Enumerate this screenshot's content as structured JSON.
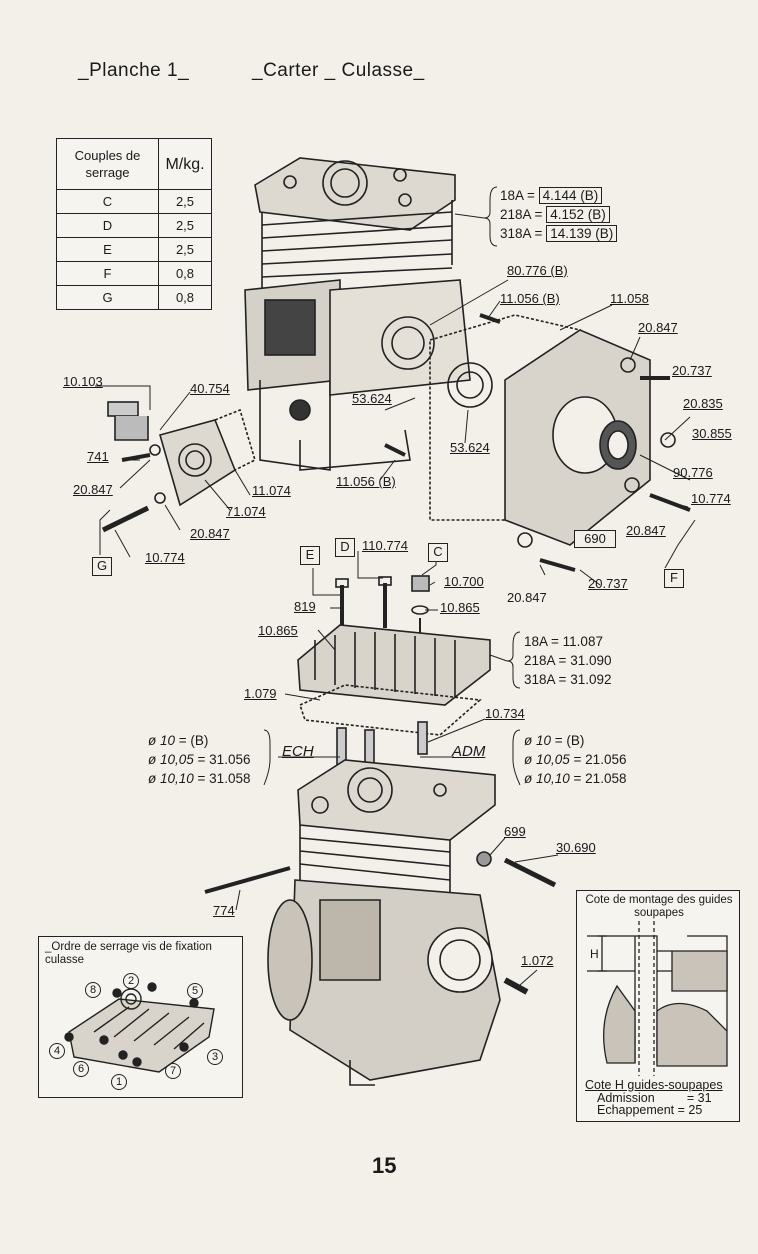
{
  "header": {
    "plate": "_Planche 1_",
    "title": "_Carter _ Culasse_"
  },
  "torque_table": {
    "header_left": [
      "Couples de",
      "serrage"
    ],
    "header_unit": "M/kg.",
    "rows": [
      {
        "key": "C",
        "value": "2,5"
      },
      {
        "key": "D",
        "value": "2,5"
      },
      {
        "key": "E",
        "value": "2,5"
      },
      {
        "key": "F",
        "value": "0,8"
      },
      {
        "key": "G",
        "value": "0,8"
      }
    ]
  },
  "cylinder_refs": [
    {
      "model": "18A",
      "ref": "4.144 (B)"
    },
    {
      "model": "218A",
      "ref": "4.152 (B)"
    },
    {
      "model": "318A",
      "ref": "14.139 (B)"
    }
  ],
  "head_refs": [
    {
      "model": "18A",
      "ref": "11.087"
    },
    {
      "model": "218A",
      "ref": "31.090"
    },
    {
      "model": "318A",
      "ref": "31.092"
    }
  ],
  "ech_refs": [
    {
      "dia": "ø 10",
      "ref": "(B)"
    },
    {
      "dia": "ø 10,05",
      "ref": "31.056"
    },
    {
      "dia": "ø 10,10",
      "ref": "31.058"
    }
  ],
  "adm_refs": [
    {
      "dia": "ø 10",
      "ref": "(B)"
    },
    {
      "dia": "ø 10,05",
      "ref": "21.056"
    },
    {
      "dia": "ø 10,10",
      "ref": "21.058"
    }
  ],
  "labels": {
    "ech": "ECH",
    "adm": "ADM",
    "p80776": "80.776 (B)",
    "p11056a": "11.056 (B)",
    "p11058": "11.058",
    "p20847a": "20.847",
    "p20737a": "20.737",
    "p20835": "20.835",
    "p30855": "30.855",
    "p90776": "90.776",
    "p10774a": "10.774",
    "p20847b": "20.847",
    "p690": "690",
    "p20737b": "20.737",
    "p20847c": "20.847",
    "p53624a": "53.624",
    "p53624b": "53.624",
    "p11056b": "11.056 (B)",
    "p10103": "10.103",
    "p40754": "40.754",
    "p741": "741",
    "p20847d": "20.847",
    "p11074": "11.074",
    "p71074": "71.074",
    "p20847e": "20.847",
    "p10774b": "10.774",
    "p110774": "110.774",
    "p10700": "10.700",
    "p819": "819",
    "p10865a": "10.865",
    "p10865b": "10.865",
    "p1079": "1.079",
    "p10734": "10.734",
    "p699": "699",
    "p30690": "30.690",
    "p774": "774",
    "p1072": "1.072"
  },
  "letter_boxes": {
    "c": "C",
    "d": "D",
    "e": "E",
    "f": "F",
    "g": "G"
  },
  "tightening_panel": {
    "title": "_Ordre de serrage vis de fixation culasse",
    "numbers": [
      "1",
      "2",
      "3",
      "4",
      "5",
      "6",
      "7",
      "8"
    ]
  },
  "valve_panel": {
    "title": "Cote de montage des guides soupapes",
    "h_label": "H",
    "caption": "Cote H guides-soupapes",
    "admission_label": "Admission",
    "admission_value": "31",
    "exhaust_label": "Echappement",
    "exhaust_value": "25"
  },
  "page_number": "15",
  "colors": {
    "paper": "#f3f0ea",
    "ink": "#1a1a1a"
  }
}
